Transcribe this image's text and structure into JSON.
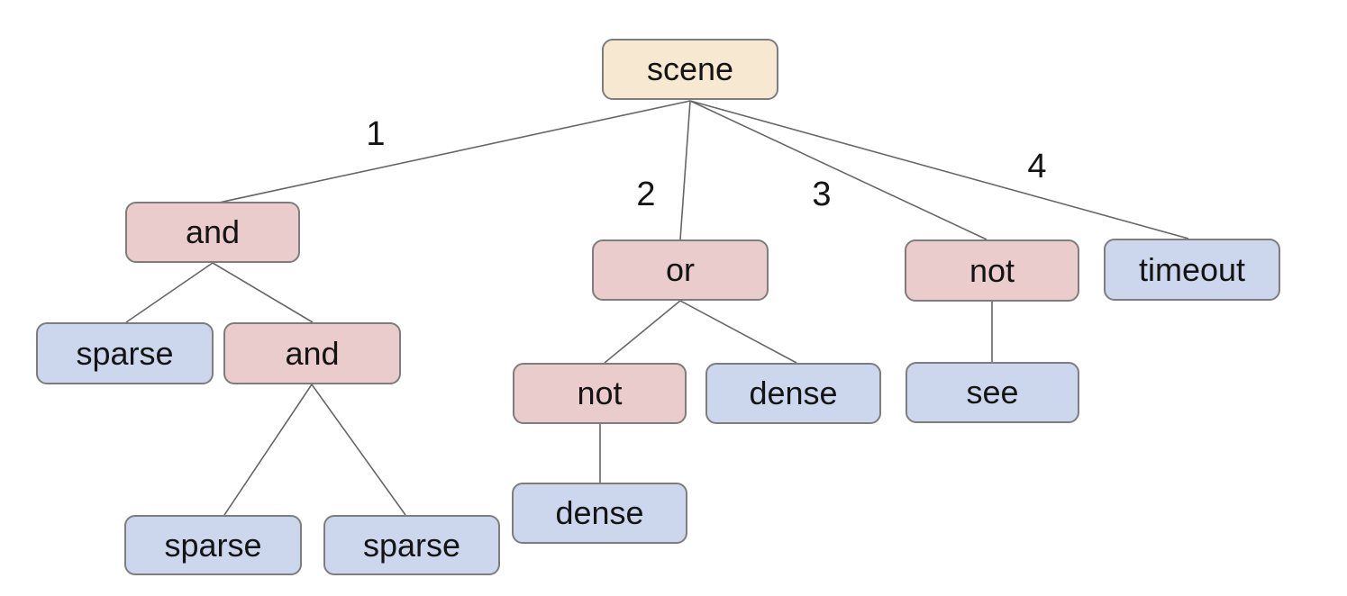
{
  "diagram": {
    "type": "tree",
    "description": "scene behavior tree",
    "colors": {
      "background": "#ffffff",
      "root_fill": "#f6e8d1",
      "operator_fill": "#e9cccb",
      "leaf_fill": "#ccd7ee",
      "node_border": "#7d7d7d",
      "edge_color": "#666666",
      "text_color": "#141414"
    },
    "nodes": [
      {
        "id": "scene",
        "label": "scene",
        "type": "root"
      },
      {
        "id": "and1",
        "label": "and",
        "type": "operator"
      },
      {
        "id": "or1",
        "label": "or",
        "type": "operator"
      },
      {
        "id": "not1",
        "label": "not",
        "type": "operator"
      },
      {
        "id": "timeout",
        "label": "timeout",
        "type": "leaf"
      },
      {
        "id": "sparse1",
        "label": "sparse",
        "type": "leaf"
      },
      {
        "id": "and2",
        "label": "and",
        "type": "operator"
      },
      {
        "id": "not2",
        "label": "not",
        "type": "operator"
      },
      {
        "id": "dense1",
        "label": "dense",
        "type": "leaf"
      },
      {
        "id": "see",
        "label": "see",
        "type": "leaf"
      },
      {
        "id": "dense2",
        "label": "dense",
        "type": "leaf"
      },
      {
        "id": "sparse2",
        "label": "sparse",
        "type": "leaf"
      },
      {
        "id": "sparse3",
        "label": "sparse",
        "type": "leaf"
      }
    ],
    "edges": [
      {
        "from": "scene",
        "to": "and1",
        "label": "1"
      },
      {
        "from": "scene",
        "to": "or1",
        "label": "2"
      },
      {
        "from": "scene",
        "to": "not1",
        "label": "3"
      },
      {
        "from": "scene",
        "to": "timeout",
        "label": "4"
      },
      {
        "from": "and1",
        "to": "sparse1",
        "label": ""
      },
      {
        "from": "and1",
        "to": "and2",
        "label": ""
      },
      {
        "from": "and2",
        "to": "sparse2",
        "label": ""
      },
      {
        "from": "and2",
        "to": "sparse3",
        "label": ""
      },
      {
        "from": "or1",
        "to": "not2",
        "label": ""
      },
      {
        "from": "or1",
        "to": "dense1",
        "label": ""
      },
      {
        "from": "not2",
        "to": "dense2",
        "label": ""
      },
      {
        "from": "not1",
        "to": "see",
        "label": ""
      }
    ]
  }
}
